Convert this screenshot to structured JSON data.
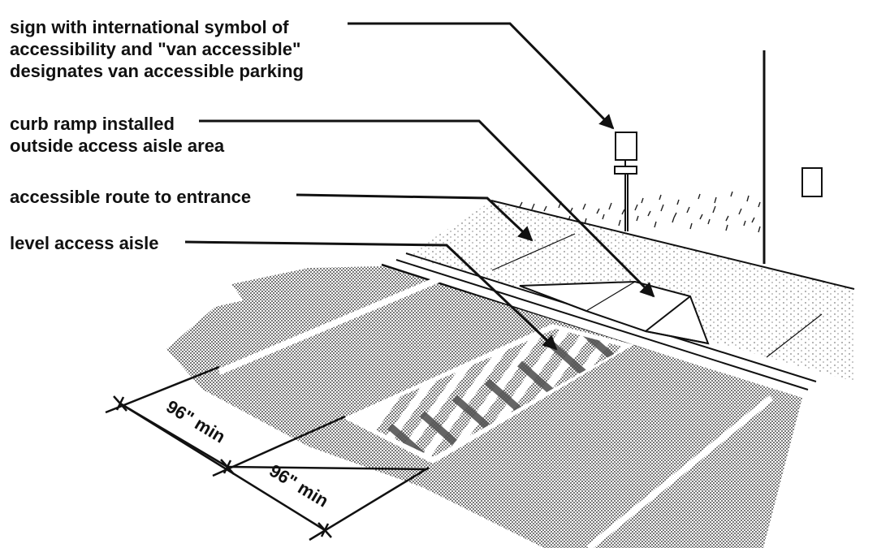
{
  "callouts": {
    "sign": [
      "sign with international symbol of",
      "accessibility and \"van accessible\"",
      "designates van accessible parking"
    ],
    "curb_ramp": [
      "curb ramp installed",
      "outside access aisle area"
    ],
    "route": "accessible route to entrance",
    "aisle": "level access aisle"
  },
  "dimensions": {
    "space_width": "96\" min",
    "aisle_width": "96\" min"
  },
  "colors": {
    "ink": "#111111",
    "paper": "#ffffff",
    "asphalt_dot": "#555555"
  }
}
